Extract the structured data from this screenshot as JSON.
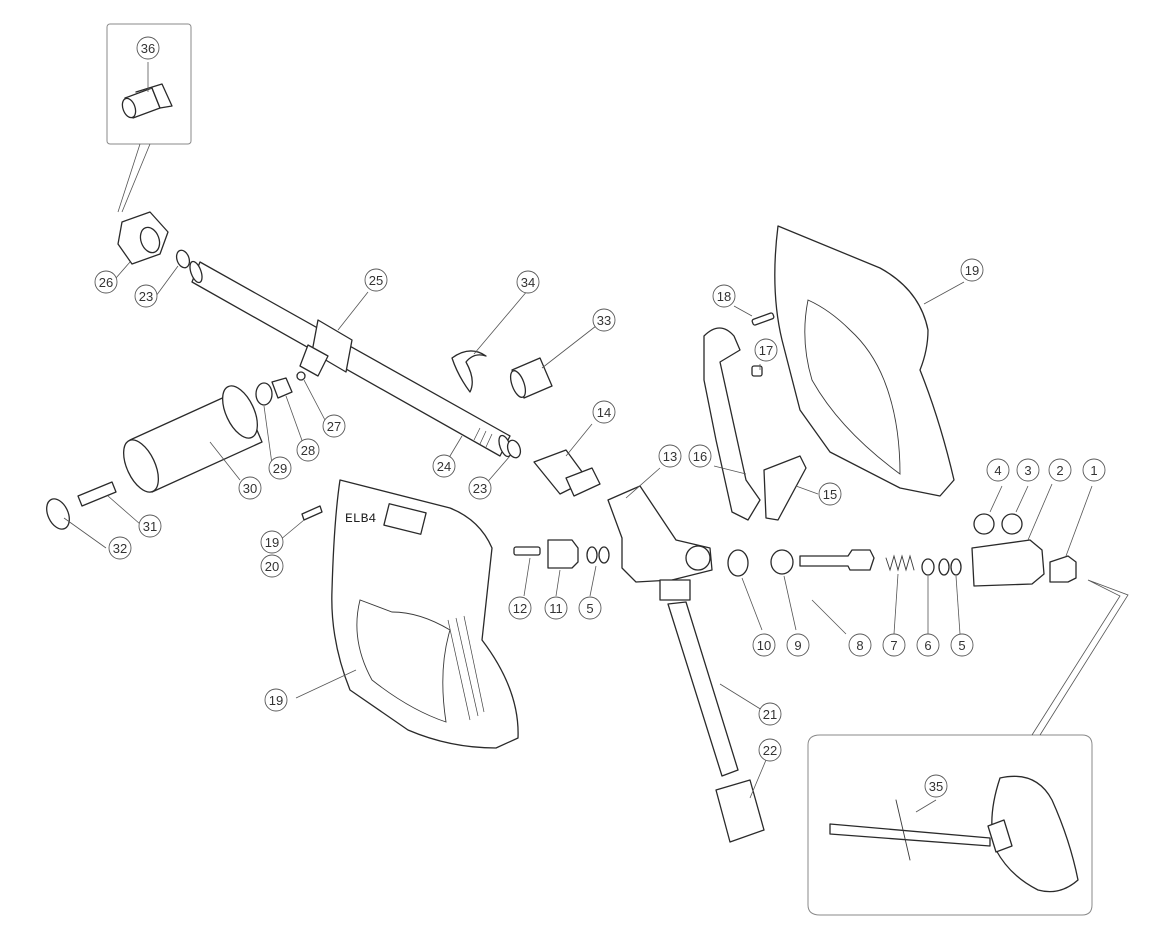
{
  "diagram": {
    "callouts": [
      {
        "id": "c36",
        "label": "36"
      },
      {
        "id": "c26",
        "label": "26"
      },
      {
        "id": "c23a",
        "label": "23"
      },
      {
        "id": "c25",
        "label": "25"
      },
      {
        "id": "c34",
        "label": "34"
      },
      {
        "id": "c33",
        "label": "33"
      },
      {
        "id": "c27",
        "label": "27"
      },
      {
        "id": "c28",
        "label": "28"
      },
      {
        "id": "c29",
        "label": "29"
      },
      {
        "id": "c30",
        "label": "30"
      },
      {
        "id": "c24",
        "label": "24"
      },
      {
        "id": "c23b",
        "label": "23"
      },
      {
        "id": "c14",
        "label": "14"
      },
      {
        "id": "c31",
        "label": "31"
      },
      {
        "id": "c32",
        "label": "32"
      },
      {
        "id": "c19a",
        "label": "19"
      },
      {
        "id": "c20",
        "label": "20"
      },
      {
        "id": "c12",
        "label": "12"
      },
      {
        "id": "c11",
        "label": "11"
      },
      {
        "id": "c5a",
        "label": "5"
      },
      {
        "id": "c13",
        "label": "13"
      },
      {
        "id": "c16",
        "label": "16"
      },
      {
        "id": "c15",
        "label": "15"
      },
      {
        "id": "c18",
        "label": "18"
      },
      {
        "id": "c17",
        "label": "17"
      },
      {
        "id": "c19b",
        "label": "19"
      },
      {
        "id": "c19c",
        "label": "19"
      },
      {
        "id": "c10",
        "label": "10"
      },
      {
        "id": "c9",
        "label": "9"
      },
      {
        "id": "c8",
        "label": "8"
      },
      {
        "id": "c7",
        "label": "7"
      },
      {
        "id": "c6",
        "label": "6"
      },
      {
        "id": "c5b",
        "label": "5"
      },
      {
        "id": "c4",
        "label": "4"
      },
      {
        "id": "c3",
        "label": "3"
      },
      {
        "id": "c2",
        "label": "2"
      },
      {
        "id": "c1",
        "label": "1"
      },
      {
        "id": "c21",
        "label": "21"
      },
      {
        "id": "c22",
        "label": "22"
      },
      {
        "id": "c35",
        "label": "35"
      }
    ],
    "handle_marking": "ELB4"
  }
}
